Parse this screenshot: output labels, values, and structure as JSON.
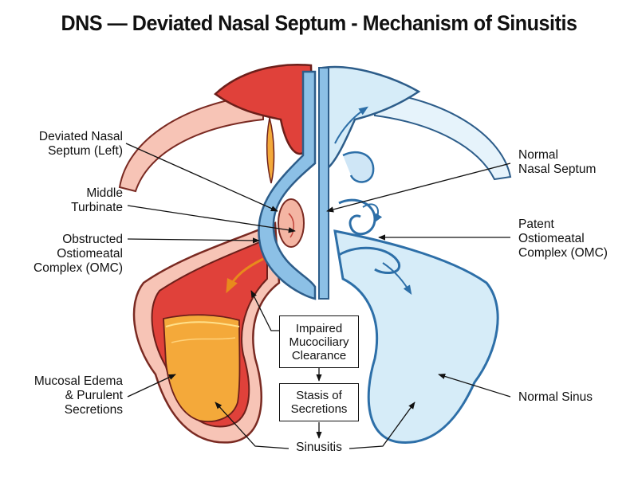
{
  "title": "DNS — Deviated Nasal Septum - Mechanism of Sinusitis",
  "labels": {
    "deviated_septum": [
      "Deviated Nasal",
      "Septum (Left)"
    ],
    "middle_turbinate": [
      "Middle",
      "Turbinate"
    ],
    "obstructed_omc": [
      "Obstructed",
      "Ostiomeatal",
      "Complex (OMC)"
    ],
    "mucosal_edema": [
      "Mucosal Edema",
      "& Purulent",
      "Secretions"
    ],
    "normal_septum": [
      "Normal",
      "Nasal Septum"
    ],
    "patent_omc": [
      "Patent",
      "Ostiomeatal",
      "Complex (OMC)"
    ],
    "normal_sinus": "Normal Sinus"
  },
  "flow": {
    "step1": [
      "Impaired",
      "Mucociliary",
      "Clearance"
    ],
    "step2": [
      "Stasis of",
      "Secretions"
    ],
    "result": "Sinusitis"
  },
  "colors": {
    "diseased_mucosa": "#e0413a",
    "diseased_light": "#f6b7a8",
    "pus": "#f4a93a",
    "normal_mucosa": "#4a90c8",
    "normal_light": "#d6ecf8"
  }
}
